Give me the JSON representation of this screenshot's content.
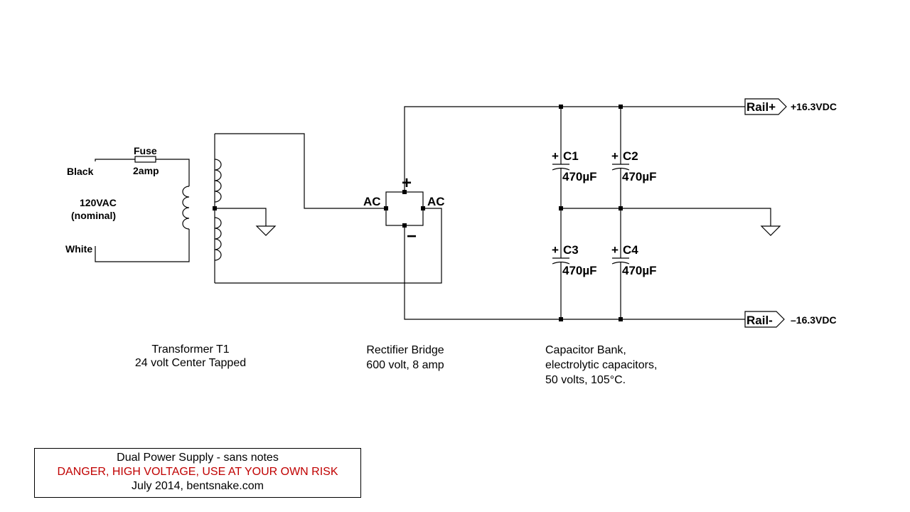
{
  "transformer": {
    "black": "Black",
    "white": "White",
    "input_voltage": "120VAC",
    "input_note": "(nominal)",
    "fuse_label": "Fuse",
    "fuse_rating": "2amp",
    "desc_line1": "Transformer T1",
    "desc_line2": "24 volt Center Tapped"
  },
  "bridge": {
    "ac_left": "AC",
    "ac_right": "AC",
    "plus": "+",
    "minus": "−",
    "desc_line1": "Rectifier Bridge",
    "desc_line2": "600 volt, 8 amp"
  },
  "capacitors": [
    {
      "ref": "C1",
      "value": "470µF"
    },
    {
      "ref": "C2",
      "value": "470µF"
    },
    {
      "ref": "C3",
      "value": "470µF"
    },
    {
      "ref": "C4",
      "value": "470µF"
    }
  ],
  "cap_polarity": "+",
  "cap_bank": {
    "desc_line1": "Capacitor Bank,",
    "desc_line2": "electrolytic capacitors,",
    "desc_line3": "50 volts, 105°C."
  },
  "rails": {
    "pos_label": "Rail+",
    "pos_voltage": "+16.3VDC",
    "neg_label": "Rail-",
    "neg_voltage": "–16.3VDC"
  },
  "title_block": {
    "line1": "Dual Power Supply - sans notes",
    "line2": "DANGER, HIGH VOLTAGE, USE AT YOUR OWN RISK",
    "line3": "July 2014, bentsnake.com"
  },
  "colors": {
    "danger": "#c00000",
    "ink": "#000000"
  }
}
